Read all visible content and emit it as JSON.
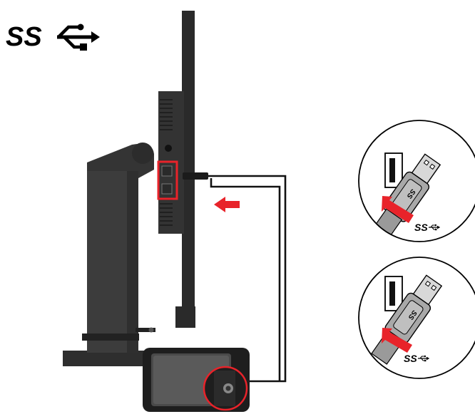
{
  "logo": {
    "text": "SS",
    "symbol": "usb-trident-icon"
  },
  "zoom_top": {
    "plug_label": "SS",
    "symbol": "usb-trident-icon"
  },
  "zoom_bottom": {
    "plug_label": "SS",
    "symbol": "usb-trident-icon"
  },
  "colors": {
    "highlight": "#e8232a",
    "arrow": "#e8232a",
    "monitor": "#2b2b2b",
    "stand": "#3a3a3a",
    "plug": "#9a9a9a",
    "outline": "#000000"
  }
}
